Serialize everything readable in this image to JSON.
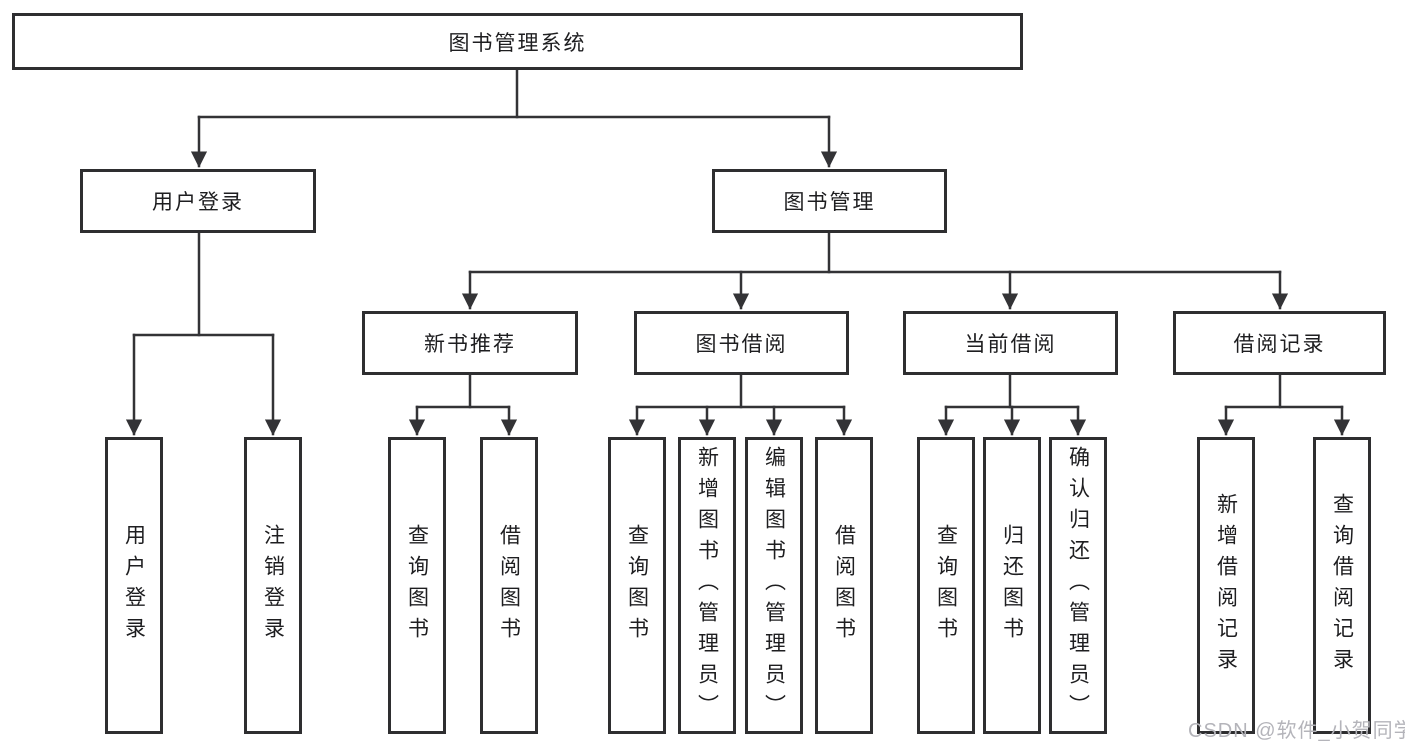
{
  "tree": {
    "root": {
      "label": "图书管理系统",
      "children": [
        {
          "label": "用户登录",
          "children": [
            {
              "label": "用户登录"
            },
            {
              "label": "注销登录"
            }
          ]
        },
        {
          "label": "图书管理",
          "children": [
            {
              "label": "新书推荐",
              "children": [
                {
                  "label": "查询图书"
                },
                {
                  "label": "借阅图书"
                }
              ]
            },
            {
              "label": "图书借阅",
              "children": [
                {
                  "label": "查询图书"
                },
                {
                  "label": "新增图书（管理员）"
                },
                {
                  "label": "编辑图书（管理员）"
                },
                {
                  "label": "借阅图书"
                }
              ]
            },
            {
              "label": "当前借阅",
              "children": [
                {
                  "label": "查询图书"
                },
                {
                  "label": "归还图书"
                },
                {
                  "label": "确认归还（管理员）"
                }
              ]
            },
            {
              "label": "借阅记录",
              "children": [
                {
                  "label": "新增借阅记录"
                },
                {
                  "label": "查询借阅记录"
                }
              ]
            }
          ]
        }
      ]
    }
  },
  "colors": {
    "line": "#333336",
    "border": "#2e2e30",
    "text": "#1e1e20",
    "watermark": "#b4b4ba"
  },
  "watermark": {
    "text": "CSDN @软件_小贺同学"
  }
}
